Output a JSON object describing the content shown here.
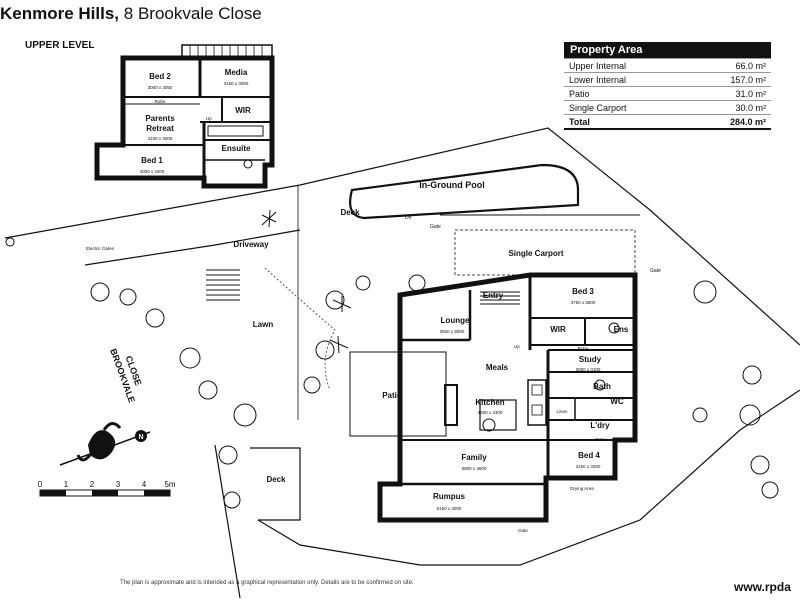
{
  "header": {
    "suburb": "Kenmore Hills,",
    "address": "8 Brookvale Close"
  },
  "upper_level_label": "UPPER LEVEL",
  "property_area": {
    "title": "Property Area",
    "rows": [
      {
        "label": "Upper Internal",
        "value": "66.0 m²"
      },
      {
        "label": "Lower Internal",
        "value": "157.0 m²"
      },
      {
        "label": "Patio",
        "value": "31.0 m²"
      },
      {
        "label": "Single Carport",
        "value": "30.0 m²"
      }
    ],
    "total": {
      "label": "Total",
      "value": "284.0 m²"
    }
  },
  "upper_rooms": {
    "bed2": {
      "name": "Bed 2",
      "dims": "3000 x 3050"
    },
    "media": {
      "name": "Media",
      "dims": "3150 x 3050"
    },
    "robe": "Robe",
    "wir": "WIR",
    "parents": {
      "name": "Parents",
      "name2": "Retreat",
      "dims": "3100 x 3000"
    },
    "up": "Up",
    "ensuite": "Ensuite",
    "bed1": {
      "name": "Bed 1",
      "dims": "4000 x 3400"
    }
  },
  "site": {
    "pool": "In-Ground Pool",
    "deck_top": "Deck",
    "dn": "Dn",
    "gate": "Gate",
    "driveway": "Driveway",
    "electric_gates": "Electric Gates",
    "carport": "Single Carport",
    "lawn": "Lawn",
    "street_line1": "BROOKVALE",
    "street_line2": "CLOSE",
    "patio": "Patio",
    "deck_bottom": "Deck",
    "drying_area": "Drying Area"
  },
  "lower_rooms": {
    "entry": "Entry",
    "bed3": {
      "name": "Bed 3",
      "dims": "3750 x 3600"
    },
    "lounge": {
      "name": "Lounge",
      "dims": "3500 x 5000"
    },
    "wir": "WIR",
    "ens": "Ens",
    "robe": "Robe",
    "up": "Up",
    "study": {
      "name": "Study",
      "dims": "2850 x 3100"
    },
    "meals": "Meals",
    "bath": "Bath",
    "wc": "WC",
    "linen": "Linen",
    "kitchen": {
      "name": "Kitchen",
      "dims": "4300 x 4300"
    },
    "ldry": "L'dry",
    "robe2": "Robe",
    "family": {
      "name": "Family",
      "dims": "5800 x 3600"
    },
    "bed4": {
      "name": "Bed 4",
      "dims": "3150 x 3300"
    },
    "rumpus": {
      "name": "Rumpus",
      "dims": "6150 x 3000"
    }
  },
  "scale": {
    "ticks": [
      "0",
      "1",
      "2",
      "3",
      "4",
      "5m"
    ]
  },
  "compass_label": "N",
  "disclaimer": "The plan is approximate and is intended as a graphical representation only. Details are to be confirmed on site.",
  "website": "www.rpda"
}
